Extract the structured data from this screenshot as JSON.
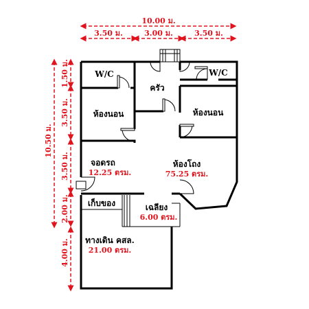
{
  "dimensions": {
    "total_width": "10.00 ม.",
    "width_left": "3.50 ม.",
    "width_middle": "3.00 ม.",
    "width_right": "3.50 ม.",
    "total_depth": "10.50 ม.",
    "depth_wc": "1.50 ม.",
    "depth_bedroom": "3.50 ม.",
    "depth_garage": "3.50 ม.",
    "depth_storage": "2.00 ม.",
    "depth_walkway": "4.00 ม."
  },
  "rooms": {
    "wc_left": "W/C",
    "wc_right": "W/C",
    "kitchen": "ครัว",
    "bedroom_left": "ห้องนอน",
    "bedroom_right": "ห้องนอน",
    "garage": "จอดรถ",
    "garage_area": "12.25 ตรม.",
    "living": "ห้องโถง",
    "living_area": "75.25 ตรม.",
    "storage": "เก็บของ",
    "porch": "เฉลียง",
    "porch_area": "6.00 ตรม.",
    "walkway": "ทางเดิน คสล.",
    "walkway_area": "21.00 ตรม."
  },
  "colors": {
    "dimension": "#e0141e",
    "wall": "#000000"
  }
}
